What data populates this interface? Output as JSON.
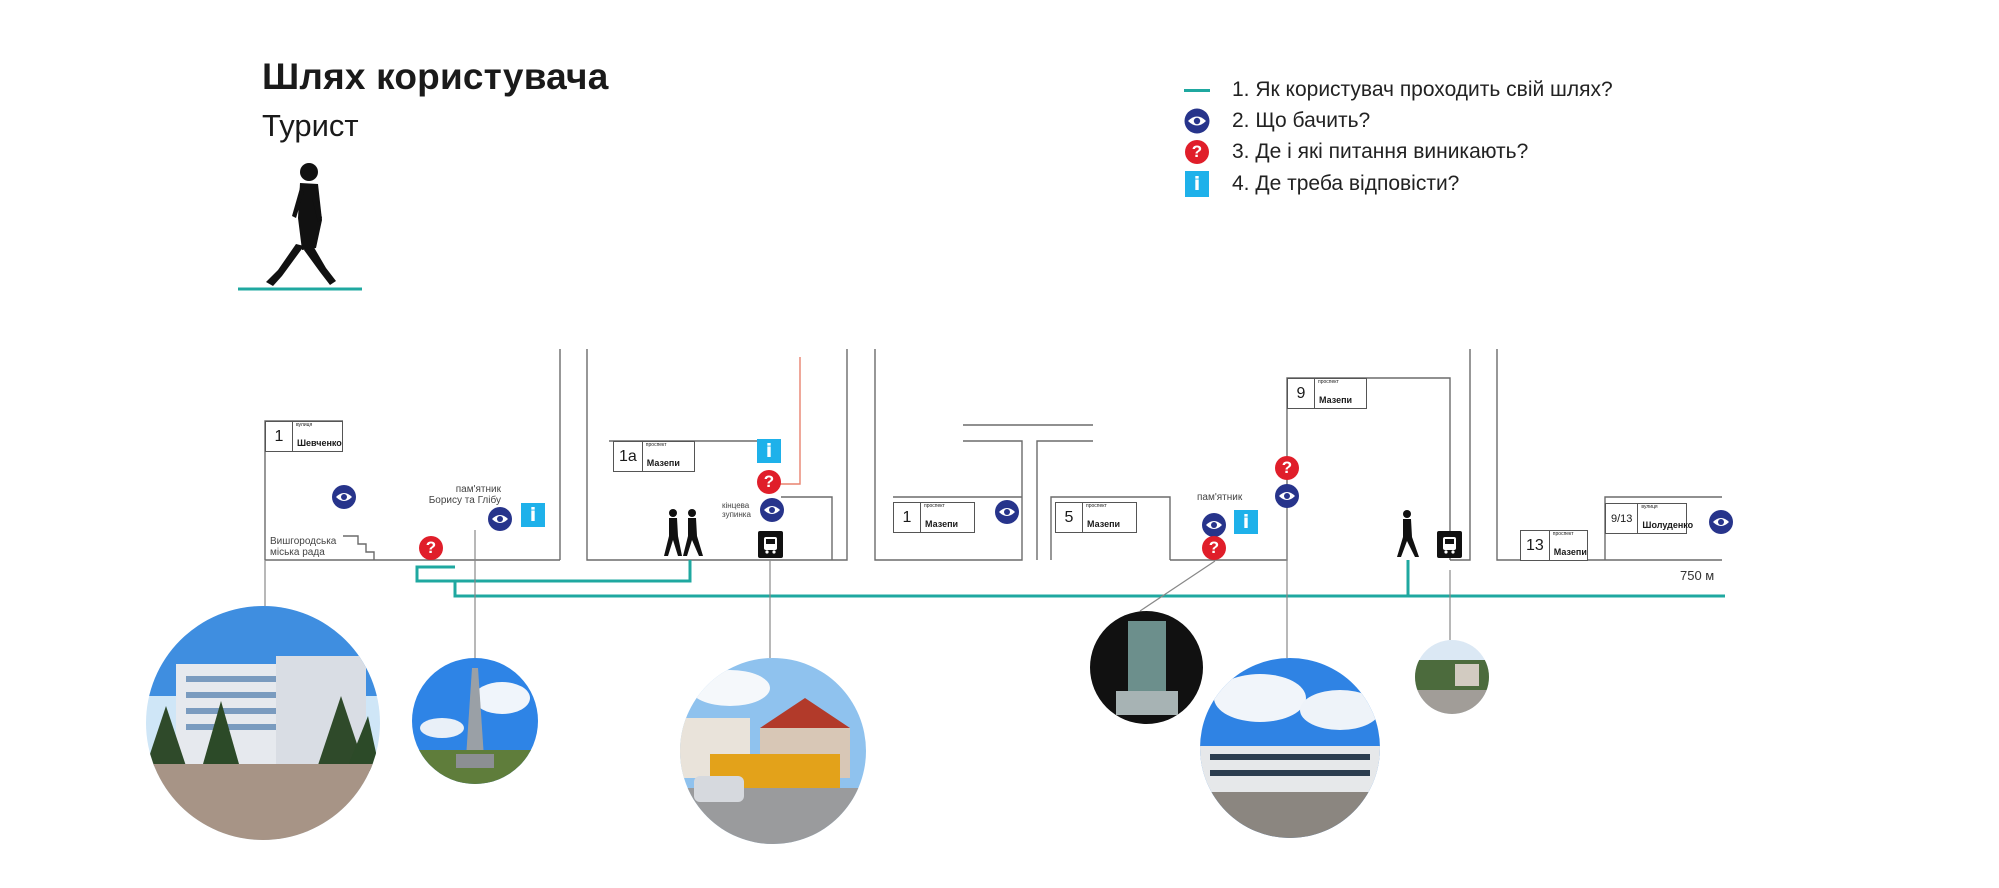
{
  "header": {
    "title": "Шлях користувача",
    "subtitle": "Турист"
  },
  "legend": [
    {
      "icon": "route-line",
      "text": "1. Як користувач проходить свій шлях?"
    },
    {
      "icon": "eye-icon",
      "text": "2. Що бачить?"
    },
    {
      "icon": "question-icon",
      "text": "3. Де і які питання виникають?"
    },
    {
      "icon": "info-icon",
      "text": "4. Де треба відповісти?"
    }
  ],
  "signs": [
    {
      "number": "1",
      "kind": "вулиця",
      "street": "Шевченко"
    },
    {
      "number": "1а",
      "kind": "проспект",
      "street": "Мазепи"
    },
    {
      "number": "1",
      "kind": "проспект",
      "street": "Мазепи"
    },
    {
      "number": "5",
      "kind": "проспект",
      "street": "Мазепи"
    },
    {
      "number": "9",
      "kind": "проспект",
      "street": "Мазепи"
    },
    {
      "number": "13",
      "kind": "проспект",
      "street": "Мазепи"
    },
    {
      "number": "9/13",
      "kind": "вулиця",
      "street": "Шолуденко"
    }
  ],
  "labels": {
    "city_council": "Вишгородська міська рада",
    "monument_1": "пам'ятник Борису та Глібу",
    "terminal_stop": "кінцева зупинка",
    "monument_2": "пам'ятник"
  },
  "distance": "750 м",
  "colors": {
    "route": "#1fa8a0",
    "eye": "#27348b",
    "question": "#e01e2a",
    "info": "#1eb1ea",
    "bus": "#111111",
    "red_line": "#e8826f"
  }
}
